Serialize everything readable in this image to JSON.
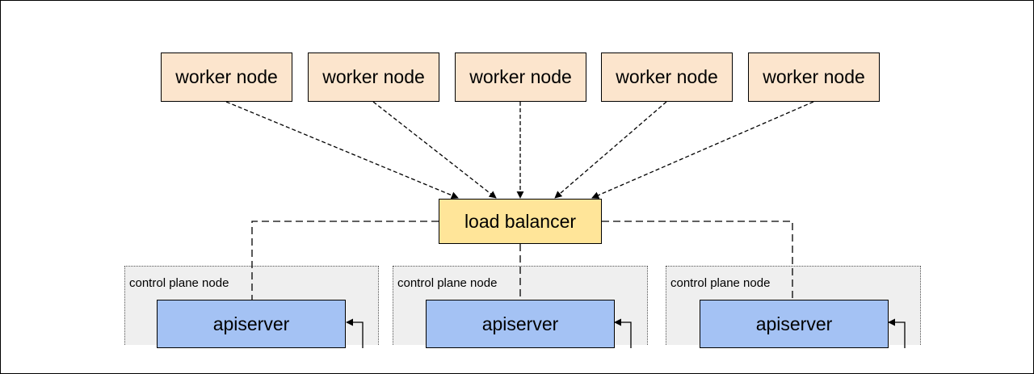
{
  "worker_nodes": [
    {
      "label": "worker node"
    },
    {
      "label": "worker node"
    },
    {
      "label": "worker node"
    },
    {
      "label": "worker node"
    },
    {
      "label": "worker node"
    }
  ],
  "load_balancer": {
    "label": "load balancer"
  },
  "control_plane_nodes": [
    {
      "label": "control plane node",
      "apiserver": "apiserver"
    },
    {
      "label": "control plane node",
      "apiserver": "apiserver"
    },
    {
      "label": "control plane node",
      "apiserver": "apiserver"
    }
  ],
  "colors": {
    "worker_fill": "#fce5cd",
    "load_balancer_fill": "#ffe599",
    "control_plane_fill": "#efefef",
    "apiserver_fill": "#a4c2f4"
  }
}
